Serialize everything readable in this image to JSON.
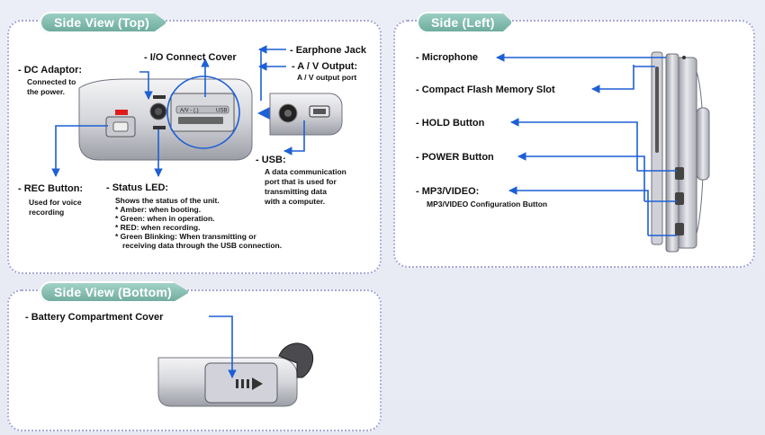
{
  "panels": {
    "top": {
      "title": "Side View (Top)",
      "io_cover": "- I/O Connect Cover",
      "earphone": "- Earphone Jack",
      "av_output": "- A / V Output:",
      "av_output_desc": "A / V output port",
      "dc_adaptor": "- DC Adaptor:",
      "dc_desc1": "Connected to",
      "dc_desc2": "the power.",
      "rec_button": "- REC Button:",
      "rec_desc1": "Used for voice",
      "rec_desc2": "recording",
      "status_led": "- Status LED:",
      "status_desc": "Shows the status of the unit.",
      "status_items": [
        "* Amber: when booting.",
        "* Green: when in operation.",
        "* RED: when recording.",
        "* Green Blinking: When transmitting or",
        "receiving data through the USB connection."
      ],
      "usb": "- USB:",
      "usb_desc": [
        "A data communication",
        "port that is used for",
        "transmitting data",
        "with a computer."
      ],
      "device_label_av": "A/V - (.)",
      "device_label_usb": "USB"
    },
    "left": {
      "title": "Side (Left)",
      "microphone": "- Microphone",
      "cf_slot": "- Compact Flash Memory Slot",
      "hold": "- HOLD Button",
      "power": "- POWER Button",
      "mp3video": "- MP3/VIDEO:",
      "mp3video_desc": "MP3/VIDEO Configuration Button"
    },
    "bottom": {
      "title": "Side View (Bottom)",
      "battery": "- Battery Compartment Cover"
    }
  },
  "colors": {
    "accent_blue": "#1d5fd6",
    "tab_green": "#79b3a5",
    "panel_border": "#a7a6d9",
    "rec_red": "#e01a1a"
  }
}
